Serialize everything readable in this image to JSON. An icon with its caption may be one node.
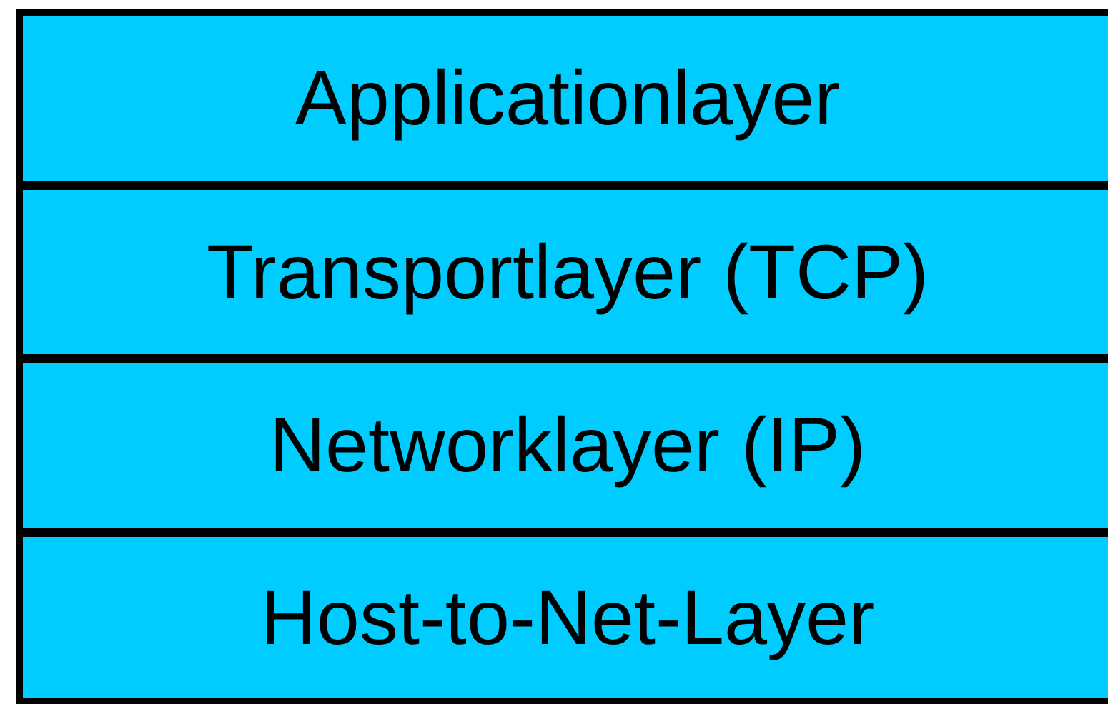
{
  "diagram": {
    "nodes": [
      {
        "text": [
          "Applicationlayer"
        ]
      },
      {
        "text": [
          "Transportlayer (TCP)"
        ]
      },
      {
        "text": [
          "Networklayer (IP)"
        ]
      },
      {
        "text": [
          "Host-to-Net-Layer"
        ]
      }
    ]
  }
}
